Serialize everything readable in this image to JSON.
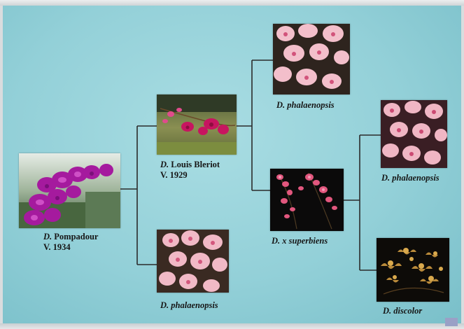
{
  "nodes": {
    "root": {
      "genus": "D.",
      "species": "Pompadour",
      "year": "V. 1934",
      "image": "magenta-orchid-photo"
    },
    "parent1": {
      "genus": "D.",
      "species": "Louis Bleriot",
      "year": "V. 1929",
      "image": "purple-orchid-spray-photo"
    },
    "parent2": {
      "genus": "D.",
      "species": "phalaenopsis",
      "image": "pink-orchid-photo"
    },
    "gp1": {
      "genus": "D.",
      "species": "phalaenopsis",
      "image": "pink-orchid-photo"
    },
    "gp2": {
      "genus": "D.",
      "species": "x superbiens",
      "image": "red-pink-orchid-spray-photo"
    },
    "ggp1": {
      "genus": "D.",
      "species": "phalaenopsis",
      "image": "pink-orchid-photo"
    },
    "ggp2": {
      "genus": "D.",
      "species": "discolor",
      "image": "brown-twisted-orchid-photo"
    }
  },
  "colors": {
    "background": "#93d0d8",
    "connector": "#2b2b2b",
    "text": "#161616"
  }
}
